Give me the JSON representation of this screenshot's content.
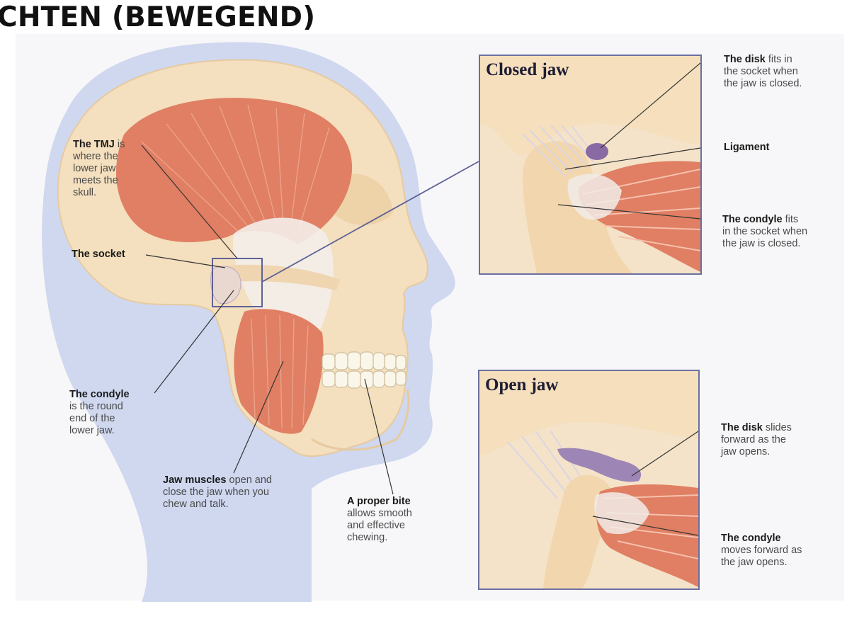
{
  "heading": "CHTEN (BEWEGEND)",
  "panels": {
    "closed": {
      "title": "Closed jaw"
    },
    "open": {
      "title": "Open jaw"
    }
  },
  "labels": {
    "tmj": {
      "bold": "The TMJ",
      "lines": [
        "is",
        "where the",
        "lower jaw",
        "meets the",
        "skull."
      ]
    },
    "socket": {
      "bold": "The socket"
    },
    "condyle_left": {
      "bold": "The condyle",
      "lines": [
        "is the round",
        "end of the",
        "lower jaw."
      ]
    },
    "jaw_muscles": {
      "bold": "Jaw muscles",
      "lines": [
        "open and",
        "close the jaw when you",
        "chew and talk."
      ]
    },
    "proper_bite": {
      "bold": "A proper bite",
      "lines": [
        "allows smooth",
        "and effective",
        "chewing."
      ]
    },
    "disk_closed": {
      "bold": "The disk",
      "lines": [
        "fits in",
        "the socket when",
        "the jaw is closed."
      ]
    },
    "ligament": {
      "bold": "Ligament"
    },
    "condyle_closed": {
      "bold": "The condyle",
      "lines": [
        "fits",
        "in the socket when",
        "the jaw is closed."
      ]
    },
    "disk_open": {
      "bold": "The disk",
      "lines": [
        "slides",
        "forward as the",
        "jaw opens."
      ]
    },
    "condyle_open": {
      "bold": "The condyle",
      "lines": [
        "moves forward as",
        "the jaw opens."
      ]
    }
  },
  "colors": {
    "skin": "#c9d3ee",
    "bone": "#f4dfbe",
    "muscle": "#e07f63",
    "frame": "#6b6fa0"
  }
}
